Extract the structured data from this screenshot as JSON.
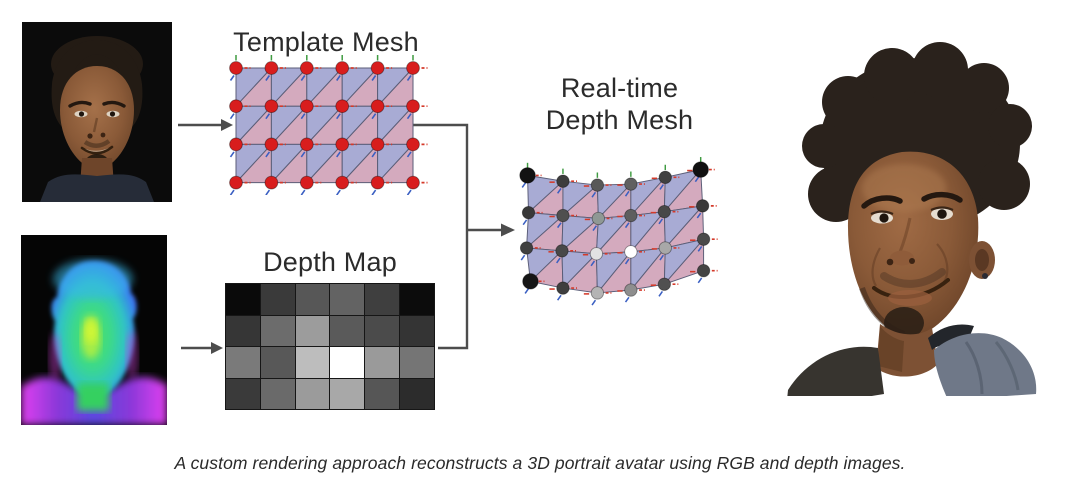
{
  "figure": {
    "labels": {
      "template_mesh": "Template Mesh",
      "depth_map": "Depth Map",
      "realtime_line1": "Real-time",
      "realtime_line2": "Depth Mesh"
    },
    "caption": "A custom rendering approach reconstructs a 3D portrait avatar using RGB and depth images.",
    "colors": {
      "label_text": "#2b2b2b",
      "caption_text": "#2a2a2a",
      "arrow": "#4d4d4d",
      "template_node_red": "#d81d1d",
      "triangle_purple": "#a8abd4",
      "triangle_pink": "#d4aabe",
      "mesh_edge": "#5b5e78",
      "axis_green": "#3f9b41",
      "axis_red": "#d43a2a",
      "axis_blue": "#3a5fc2"
    },
    "template_mesh": {
      "cols": 6,
      "rows": 4
    },
    "depth_map_grid": [
      [
        "#0a0a0a",
        "#3a3a3a",
        "#575757",
        "#636363",
        "#3f3f3f",
        "#0c0c0c"
      ],
      [
        "#363636",
        "#6c6c6c",
        "#9c9c9c",
        "#5a5a5a",
        "#4b4b4b",
        "#343434"
      ],
      [
        "#7a7a7a",
        "#585858",
        "#bdbdbd",
        "#ffffff",
        "#9a9a9a",
        "#757575"
      ],
      [
        "#3a3a3a",
        "#6a6a6a",
        "#9b9b9b",
        "#a8a8a8",
        "#565656",
        "#2c2c2c"
      ]
    ],
    "realtime_mesh": {
      "cols": 6,
      "rows": 4,
      "node_colors": [
        [
          "#121212",
          "#3c3c3c",
          "#585858",
          "#606060",
          "#404040",
          "#101010"
        ],
        [
          "#383838",
          "#4f4f4f",
          "#8f9894",
          "#5e5e5e",
          "#484848",
          "#3a3a3a"
        ],
        [
          "#404040",
          "#484848",
          "#e2e2e2",
          "#ffffff",
          "#a8a8a8",
          "#4a4a4a"
        ],
        [
          "#161616",
          "#3e3e3e",
          "#b4b4b4",
          "#8e8e8e",
          "#505050",
          "#444444"
        ]
      ],
      "node_offsets": [
        [
          [
            0,
            2
          ],
          [
            1,
            8
          ],
          [
            1,
            12
          ],
          [
            0,
            11
          ],
          [
            0,
            4
          ],
          [
            1,
            -4
          ]
        ],
        [
          [
            1,
            3
          ],
          [
            1,
            6
          ],
          [
            2,
            9
          ],
          [
            0,
            6
          ],
          [
            -1,
            2
          ],
          [
            3,
            -4
          ]
        ],
        [
          [
            -1,
            2
          ],
          [
            0,
            5
          ],
          [
            0,
            8
          ],
          [
            0,
            6
          ],
          [
            0,
            2
          ],
          [
            4,
            -7
          ]
        ],
        [
          [
            3,
            -1
          ],
          [
            1,
            6
          ],
          [
            1,
            11
          ],
          [
            0,
            8
          ],
          [
            -1,
            2
          ],
          [
            4,
            -12
          ]
        ]
      ],
      "big_corner_nodes": [
        [
          0,
          0
        ],
        [
          0,
          5
        ],
        [
          3,
          0
        ]
      ]
    }
  }
}
